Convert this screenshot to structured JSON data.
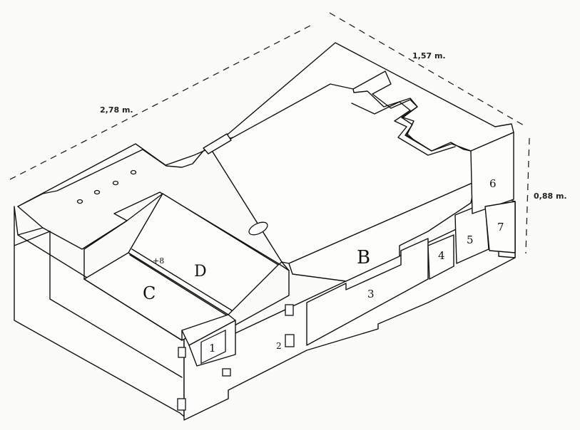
{
  "dimensions": {
    "length": "2,78 m.",
    "width": "1,57 m.",
    "height": "0,88 m."
  },
  "labels": {
    "room_b": "B",
    "room_c": "C",
    "room_d": "D",
    "num_1": "1",
    "num_2": "2",
    "num_3": "3",
    "num_4": "4",
    "num_5": "5",
    "num_6": "6",
    "num_7": "7",
    "num_8": "+8"
  },
  "colors": {
    "ink": "#111111",
    "paper": "#fbfbf9"
  }
}
